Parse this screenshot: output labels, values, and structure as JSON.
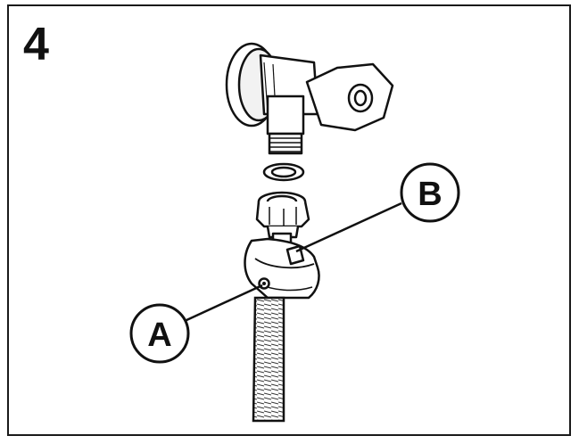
{
  "step_number": "4",
  "callouts": [
    {
      "id": "A",
      "label": "A"
    },
    {
      "id": "B",
      "label": "B"
    }
  ],
  "colors": {
    "ink": "#111111",
    "paper": "#ffffff",
    "shade": "#555555"
  }
}
